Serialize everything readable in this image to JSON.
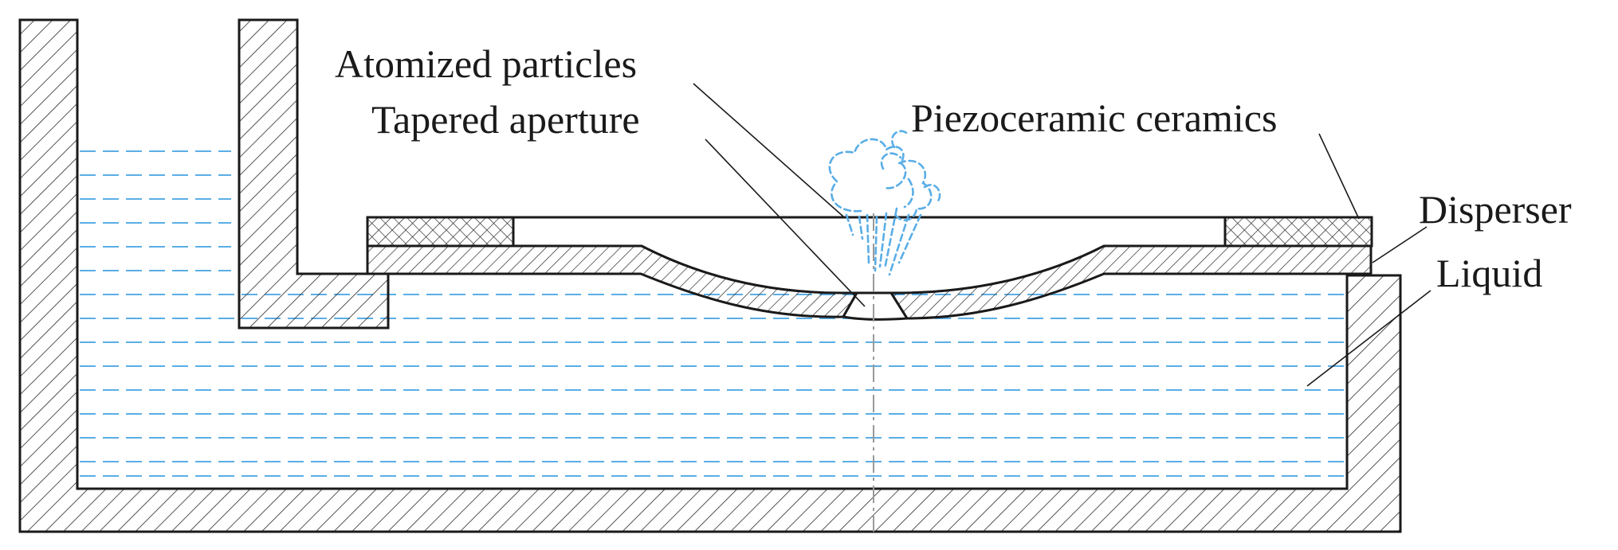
{
  "labels": {
    "atomized_particles": "Atomized particles",
    "tapered_aperture": "Tapered aperture",
    "piezoceramic_ceramics": "Piezoceramic ceramics",
    "disperser": "Disperser",
    "liquid": "Liquid"
  },
  "colors": {
    "ink": "#1a1a1a",
    "liquid": "#5aaee6",
    "hatch": "#2a2a2a",
    "axis": "#9a9a9a"
  }
}
